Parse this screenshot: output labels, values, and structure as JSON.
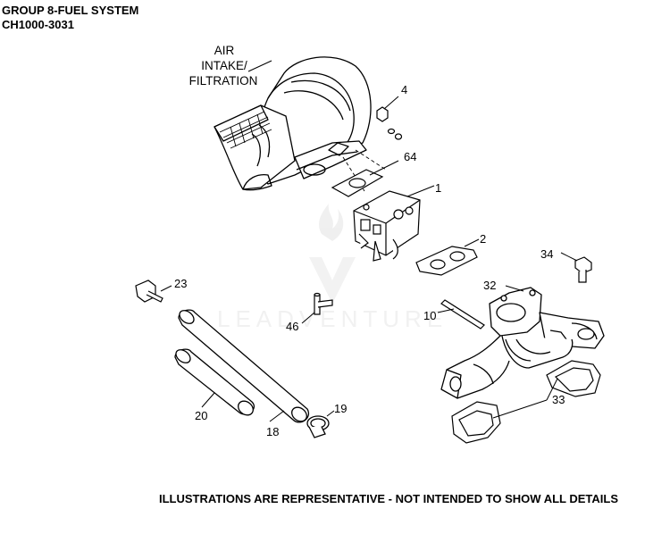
{
  "header": {
    "title_line1": "GROUP 8-FUEL SYSTEM",
    "title_line2": "CH1000-3031"
  },
  "assembly_label": {
    "line1": "AIR",
    "line2": "INTAKE/",
    "line3": "FILTRATION"
  },
  "callouts": [
    {
      "id": "4",
      "part": "nut"
    },
    {
      "id": "64",
      "part": "gasket"
    },
    {
      "id": "1",
      "part": "carburetor"
    },
    {
      "id": "2",
      "part": "gasket"
    },
    {
      "id": "34",
      "part": "screw"
    },
    {
      "id": "32",
      "part": "intake-manifold"
    },
    {
      "id": "10",
      "part": "stud"
    },
    {
      "id": "23",
      "part": "elbow-fitting"
    },
    {
      "id": "46",
      "part": "tee-fitting"
    },
    {
      "id": "20",
      "part": "hose"
    },
    {
      "id": "18",
      "part": "hose"
    },
    {
      "id": "19",
      "part": "clamp"
    },
    {
      "id": "33",
      "part": "gasket"
    }
  ],
  "watermark": "LEADVENTURE",
  "footer": "ILLUSTRATIONS ARE REPRESENTATIVE - NOT INTENDED TO SHOW ALL DETAILS"
}
